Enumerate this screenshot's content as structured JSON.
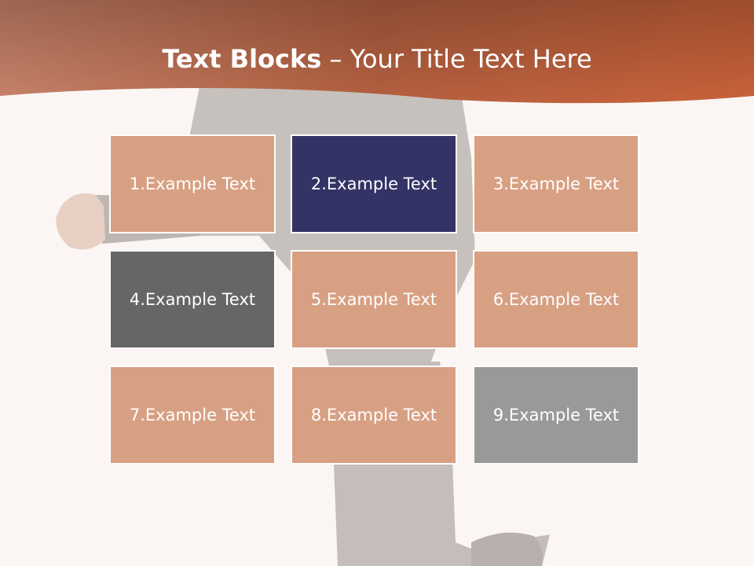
{
  "title": {
    "bold": "Text Blocks",
    "rest": " – Your Title Text Here"
  },
  "colors": {
    "header_start": "#c8836a",
    "header_mid": "#b46040",
    "header_end": "#c9623a",
    "background": "#fbf6f3",
    "tile_default": "#d8a083",
    "tile_navy": "#333366",
    "tile_dark_gray": "#666666",
    "tile_gray": "#999999"
  },
  "tiles": [
    {
      "label": "1.Example Text",
      "color": "#d8a083"
    },
    {
      "label": "2.Example Text",
      "color": "#333366"
    },
    {
      "label": "3.Example Text",
      "color": "#d8a083"
    },
    {
      "label": "4.Example Text",
      "color": "#666666"
    },
    {
      "label": "5.Example Text",
      "color": "#d8a083"
    },
    {
      "label": "6.Example Text",
      "color": "#d8a083"
    },
    {
      "label": "7.Example Text",
      "color": "#d8a083"
    },
    {
      "label": "8.Example Text",
      "color": "#d8a083"
    },
    {
      "label": "9.Example Text",
      "color": "#999999"
    }
  ]
}
